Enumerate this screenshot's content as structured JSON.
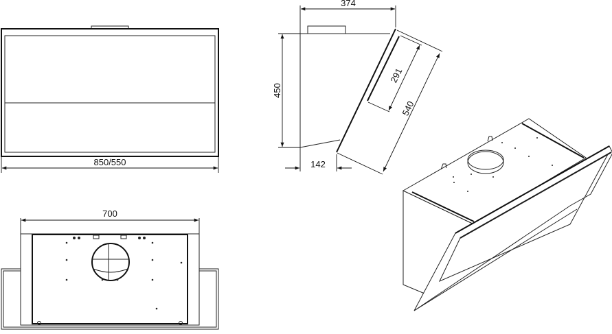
{
  "title": "Cooker hood dimension drawing",
  "front_view": {
    "width_label": "850/550"
  },
  "bottom_view": {
    "width_label": "700"
  },
  "side_view": {
    "depth_label": "374",
    "height_label": "450",
    "bottom_depth_label": "142",
    "panel_length_label": "540",
    "handle_length_label": "291"
  },
  "colors": {
    "line": "#222222",
    "background": "#ffffff"
  }
}
